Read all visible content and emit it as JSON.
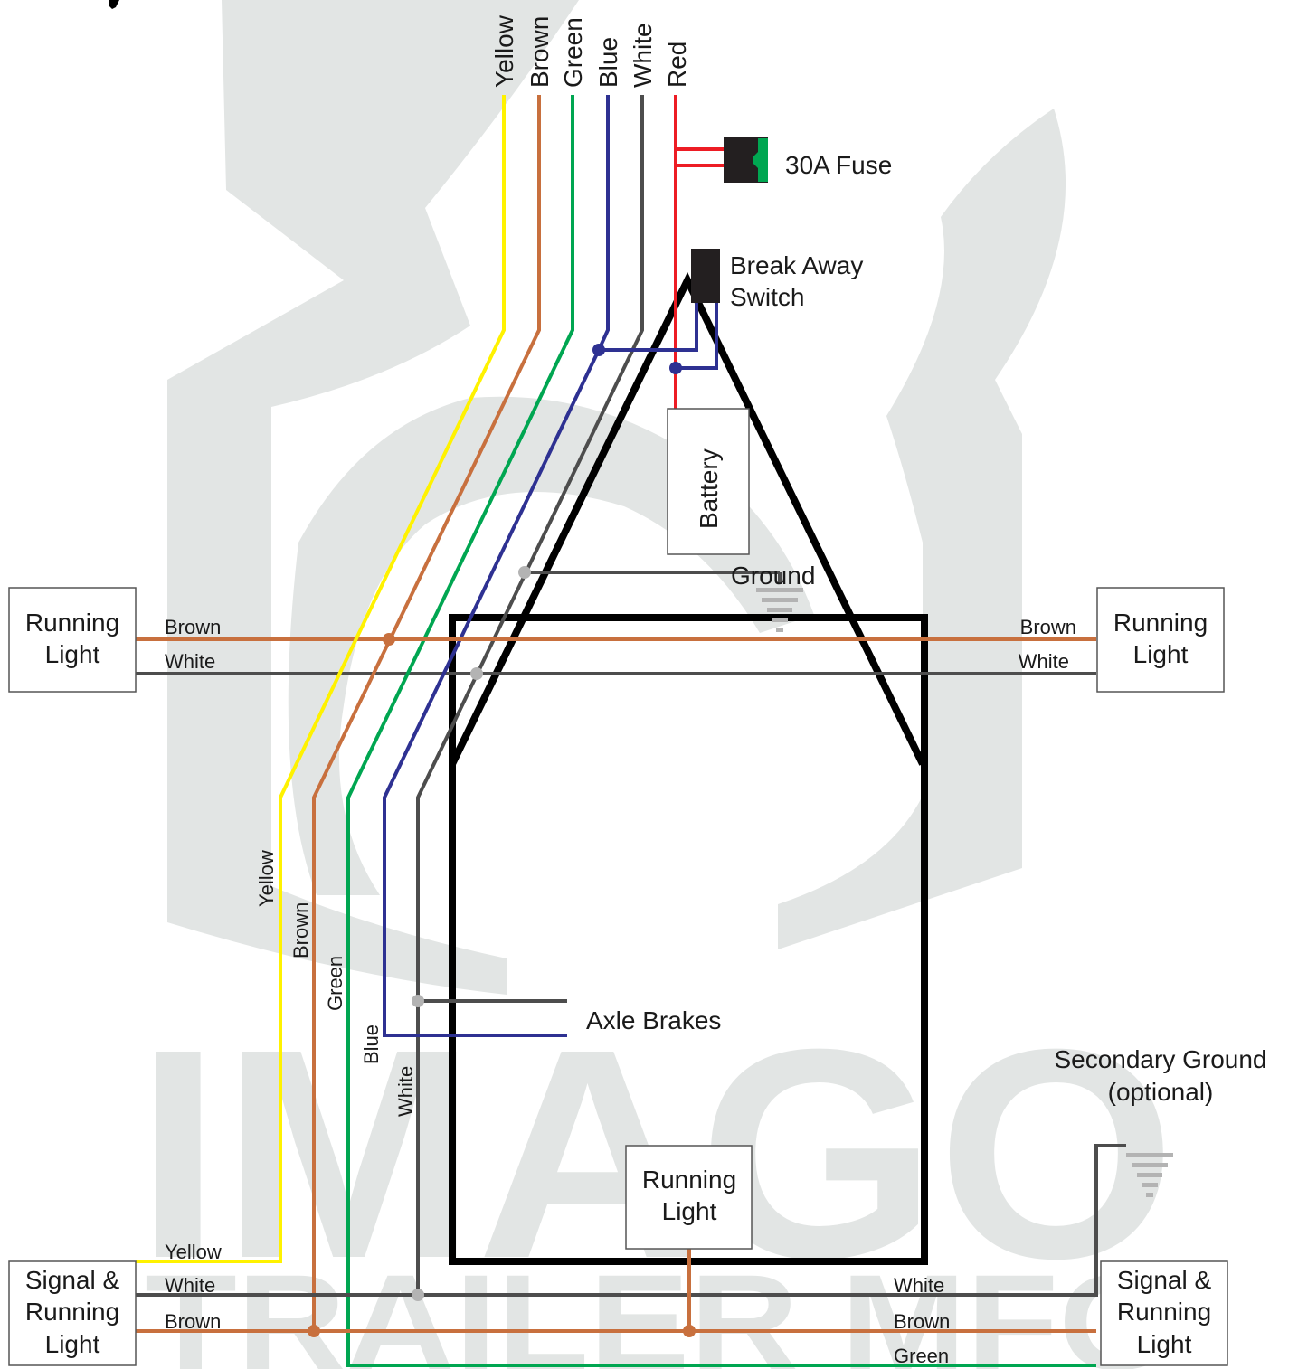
{
  "colors": {
    "yellow": "#fff200",
    "brown": "#c8703e",
    "green": "#00a651",
    "blue": "#2e3192",
    "white_wire": "#4d4d4d",
    "red": "#ed1c24",
    "frame": "#000000",
    "junction_gray": "#b3b3b3",
    "watermark": "#e2e5e4"
  },
  "top_wire_labels": [
    "Yellow",
    "Brown",
    "Green",
    "Blue",
    "White",
    "Red"
  ],
  "components": {
    "fuse": "30A Fuse",
    "breakaway_line1": "Break Away",
    "breakaway_line2": "Switch",
    "battery": "Battery",
    "ground": "Ground",
    "axle_brakes": "Axle Brakes",
    "secondary_ground_line1": "Secondary Ground",
    "secondary_ground_line2": "(optional)"
  },
  "lights": {
    "left_running": [
      "Running",
      "Light"
    ],
    "right_running": [
      "Running",
      "Light"
    ],
    "rear_running": [
      "Running",
      "Light"
    ],
    "left_signal": [
      "Signal &",
      "Running",
      "Light"
    ],
    "right_signal": [
      "Signal &",
      "Running",
      "Light"
    ]
  },
  "wire_labels": {
    "left_brown": "Brown",
    "left_white": "White",
    "right_brown": "Brown",
    "right_white": "White",
    "vert_yellow": "Yellow",
    "vert_brown": "Brown",
    "vert_green": "Green",
    "vert_blue": "Blue",
    "vert_white": "White",
    "bottom_left_yellow": "Yellow",
    "bottom_left_white": "White",
    "bottom_left_brown": "Brown",
    "bottom_right_white": "White",
    "bottom_right_brown": "Brown",
    "bottom_right_green": "Green"
  },
  "watermark": {
    "line1": "IMAGO",
    "line2": "TRAILER MFG"
  }
}
